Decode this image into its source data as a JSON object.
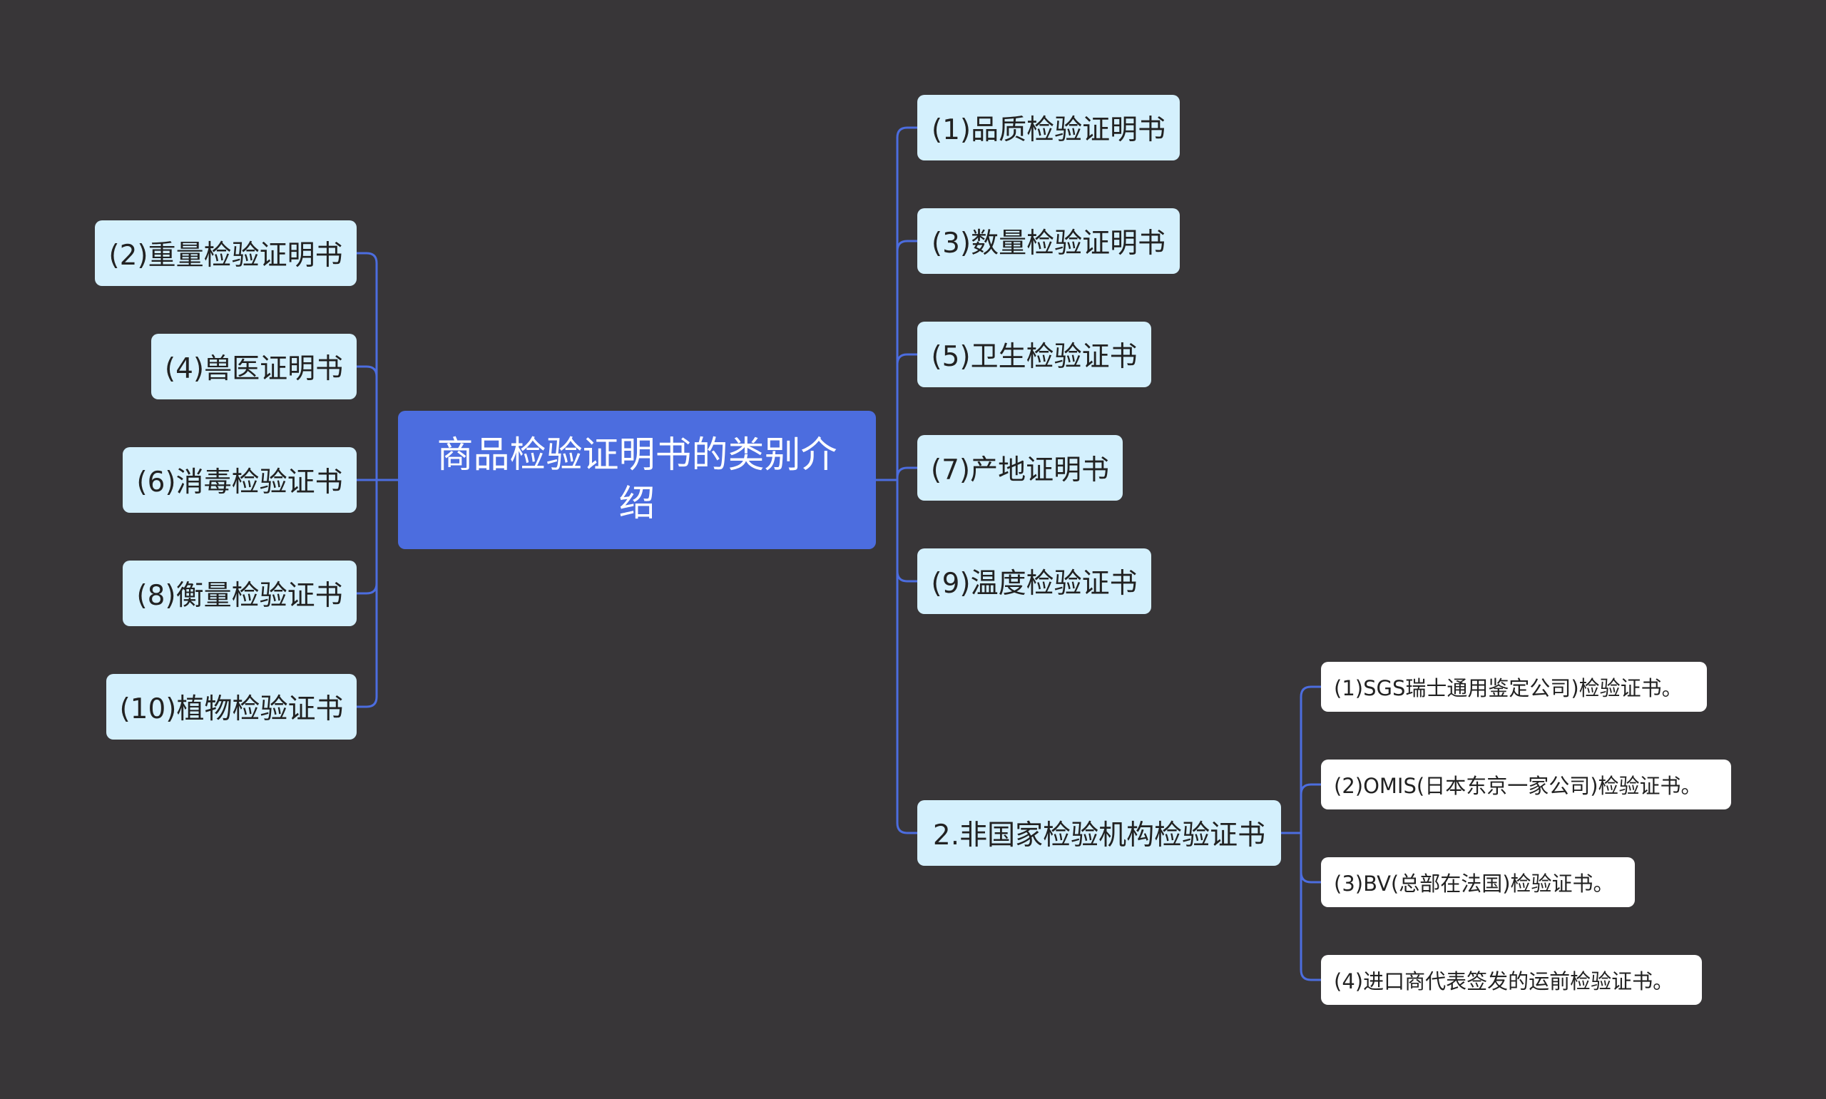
{
  "root": {
    "title": "商品检验证明书的类别介绍"
  },
  "left": {
    "items": [
      "(2)重量检验证明书",
      "(4)兽医证明书",
      "(6)消毒检验证书",
      "(8)衡量检验证书",
      "(10)植物检验证书"
    ]
  },
  "right": {
    "items": [
      "(1)品质检验证明书",
      "(3)数量检验证明书",
      "(5)卫生检验证书",
      "(7)产地证明书",
      "(9)温度检验证书",
      "2.非国家检验机构检验证书"
    ]
  },
  "sub": {
    "items": [
      "(1)SGS瑞士通用鉴定公司)检验证书。",
      "(2)OMIS(日本东京一家公司)检验证书。",
      "(3)BV(总部在法国)检验证书。",
      "(4)进口商代表签发的运前检验证书。"
    ]
  },
  "colors": {
    "background": "#383638",
    "root": "#4c6ddf",
    "branch": "#d4f0fd",
    "leaf": "#ffffff",
    "line": "#4c6ddf"
  }
}
